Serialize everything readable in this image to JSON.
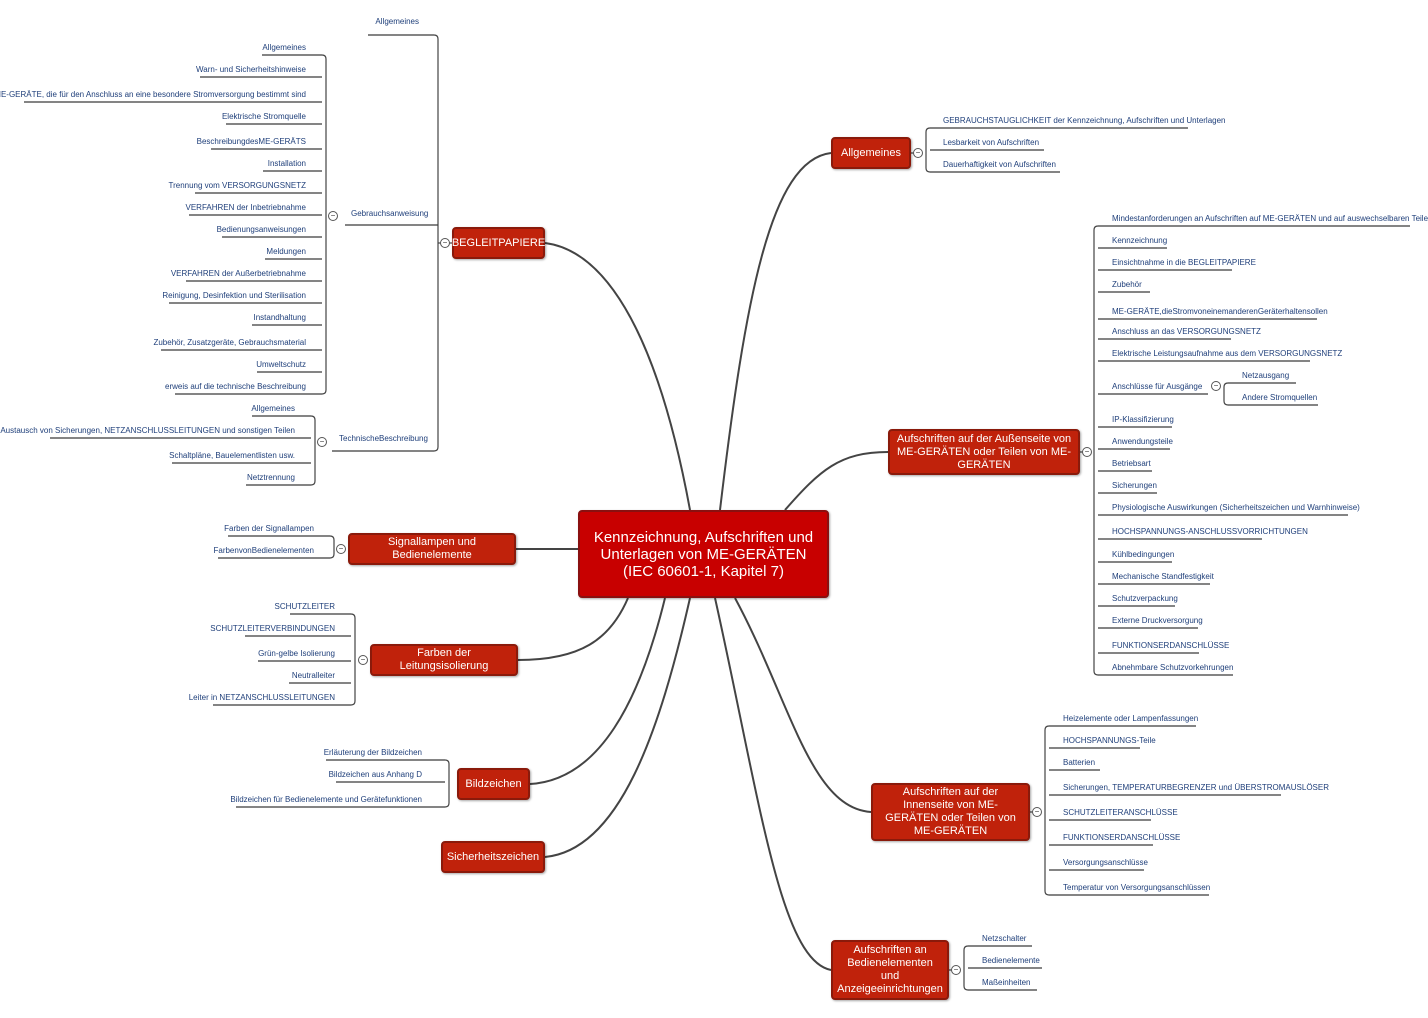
{
  "colors": {
    "node_fill": "#c0220b",
    "connector": "#444444",
    "leaf_text": "#1f3f7a",
    "underline": "#3a3a3a"
  },
  "central": "Kennzeichnung, Aufschriften und Unterlagen von ME-GERÄTEN (IEC 60601-1, Kapitel 7)",
  "begleit": {
    "title": "BEGLEITPAPIERE",
    "allgemeines": "Allgemeines",
    "gebrauch": {
      "label": "Gebrauchsanweisung",
      "items": [
        "Allgemeines",
        "Warn- und Sicherheitshinweise",
        "ME-GERÄTE, die für den Anschluss an eine besondere Stromversorgung bestimmt sind",
        "Elektrische Stromquelle",
        "BeschreibungdesME-GERÄTS",
        "Installation",
        "Trennung vom VERSORGUNGSNETZ",
        "VERFAHREN der Inbetriebnahme",
        "Bedienungsanweisungen",
        "Meldungen",
        "VERFAHREN der Außerbetriebnahme",
        "Reinigung, Desinfektion und Sterilisation",
        "Instandhaltung",
        "Zubehör, Zusatzgeräte, Gebrauchsmaterial",
        "Umweltschutz",
        "erweis auf die technische Beschreibung"
      ]
    },
    "technisch": {
      "label": "TechnischeBeschreibung",
      "items": [
        "Allgemeines",
        "Austausch von Sicherungen, NETZANSCHLUSSLEITUNGEN und sonstigen Teilen",
        "Schaltpläne, Bauelementlisten usw.",
        "Netztrennung"
      ]
    }
  },
  "signal": {
    "title": "Signallampen und Bedienelemente",
    "items": [
      "Farben der Signallampen",
      "FarbenvonBedienelementen"
    ]
  },
  "farben": {
    "title": "Farben der Leitungsisolierung",
    "items": [
      "SCHUTZLEITER",
      "SCHUTZLEITERVERBINDUNGEN",
      "Grün-gelbe Isolierung",
      "Neutralleiter",
      "Leiter in NETZANSCHLUSSLEITUNGEN"
    ]
  },
  "bild": {
    "title": "Bildzeichen",
    "items": [
      "Erläuterung der Bildzeichen",
      "Bildzeichen aus Anhang D",
      "Bildzeichen für Bedienelemente und Gerätefunktionen"
    ]
  },
  "sicher": {
    "title": "Sicherheitszeichen"
  },
  "allg": {
    "title": "Allgemeines",
    "items": [
      "GEBRAUCHSTAUGLICHKEIT der Kennzeichnung, Aufschriften und Unterlagen",
      "Lesbarkeit von Aufschriften",
      "Dauerhaftigkeit von Aufschriften"
    ]
  },
  "aussen": {
    "title": "Aufschriften auf der Außenseite von ME-GERÄTEN oder Teilen von ME-GERÄTEN",
    "items": [
      "Mindestanforderungen an Aufschriften auf ME-GERÄTEN und auf auswechselbaren Teilen",
      "Kennzeichnung",
      "Einsichtnahme in die BEGLEITPAPIERE",
      "Zubehör",
      "ME-GERÄTE,dieStromvoneinemanderenGeräterhaltensollen",
      "Anschluss an das VERSORGUNGSNETZ",
      "Elektrische Leistungsaufnahme aus dem VERSORGUNGSNETZ",
      "Anschlüsse für Ausgänge",
      "IP-Klassifizierung",
      "Anwendungsteile",
      "Betriebsart",
      "Sicherungen",
      "Physiologische Auswirkungen (Sicherheitszeichen und Warnhinweise)",
      "HOCHSPANNUNGS-ANSCHLUSSVORRICHTUNGEN",
      "Kühlbedingungen",
      "Mechanische Standfestigkeit",
      "Schutzverpackung",
      "Externe Druckversorgung",
      "FUNKTIONSERDANSCHLÜSSE",
      "Abnehmbare Schutzvorkehrungen"
    ],
    "ausgaenge": [
      "Netzausgang",
      "Andere Stromquellen"
    ]
  },
  "innen": {
    "title": "Aufschriften auf der Innenseite von ME-GERÄTEN oder Teilen von ME-GERÄTEN",
    "items": [
      "Heizelemente oder Lampenfassungen",
      "HOCHSPANNUNGS-Teile",
      "Batterien",
      "Sicherungen, TEMPERATURBEGRENZER und ÜBERSTROMAUSLÖSER",
      "SCHUTZLEITERANSCHLÜSSE",
      "FUNKTIONSERDANSCHLÜSSE",
      "Versorgungsanschlüsse",
      "Temperatur von Versorgungsanschlüssen"
    ]
  },
  "bedien": {
    "title": "Aufschriften an Bedienelementen und Anzeigeeinrichtungen",
    "items": [
      "Netzschalter",
      "Bedienelemente",
      "Maßeinheiten"
    ]
  }
}
